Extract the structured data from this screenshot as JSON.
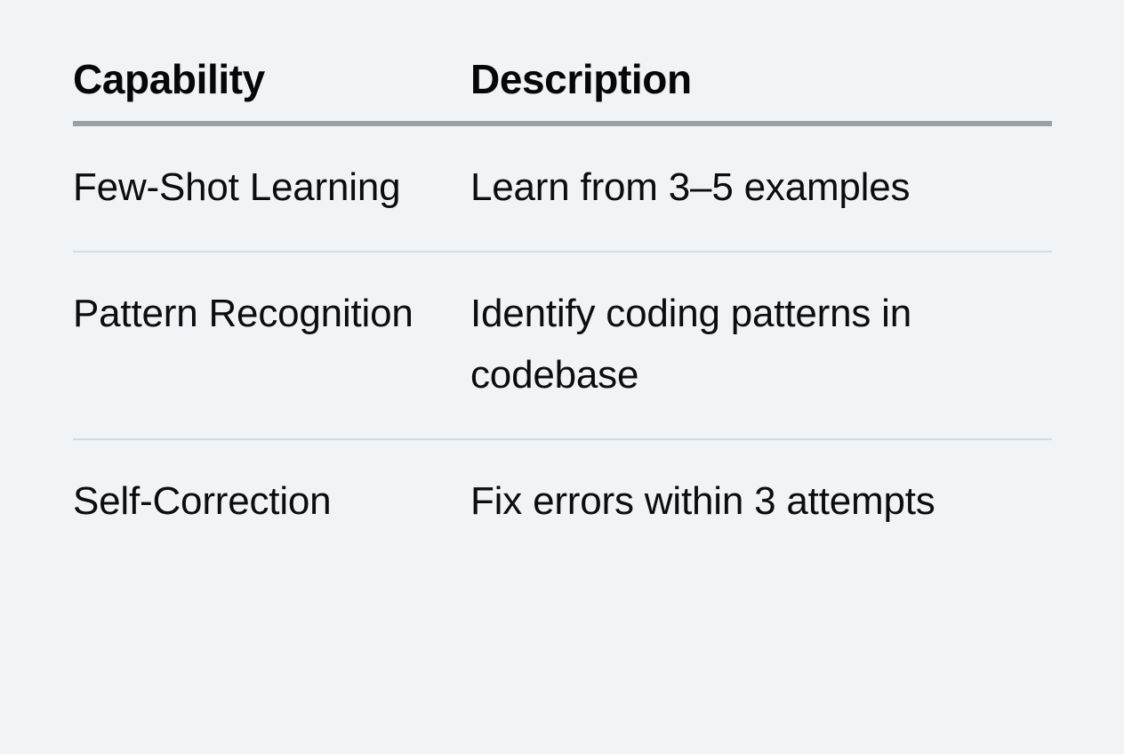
{
  "table": {
    "columns": [
      {
        "key": "capability",
        "label": "Capability"
      },
      {
        "key": "description",
        "label": "Description"
      }
    ],
    "rows": [
      {
        "capability": "Few-Shot Learning",
        "description": "Learn from 3–5 examples"
      },
      {
        "capability": "Pattern Recognition",
        "description": "Identify coding patterns in codebase"
      },
      {
        "capability": "Self-Correction",
        "description": "Fix errors within 3 attempts"
      }
    ]
  },
  "colors": {
    "background": "#f0f4f7",
    "text": "#0b0e10",
    "header_text": "#05080a",
    "header_rule": "#9ba0a4",
    "row_divider": "#d5dbdf"
  }
}
